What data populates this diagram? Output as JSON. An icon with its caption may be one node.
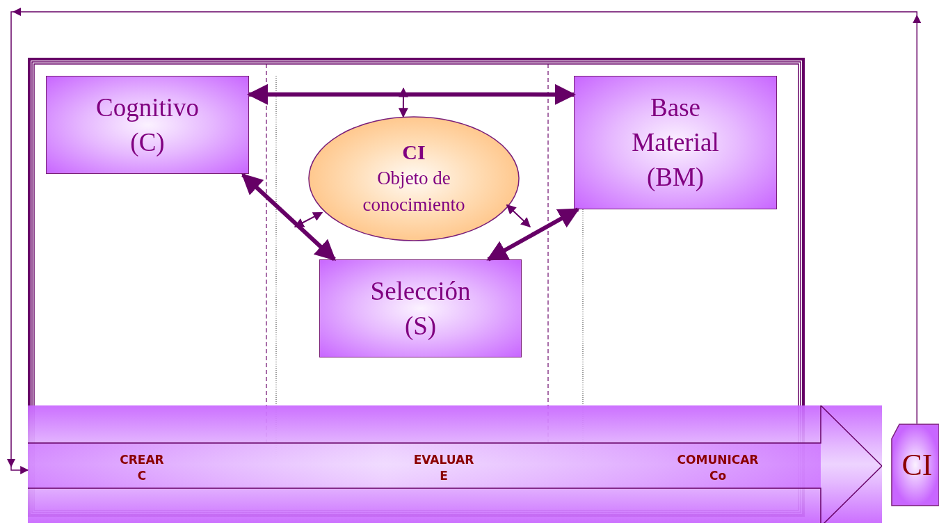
{
  "diagram": {
    "nodes": [
      {
        "text": [],
        "shape": "box"
      },
      {
        "text": [
          "Cognitivo (C)"
        ],
        "in": 0
      },
      {
        "text": [
          "Base Material (BM)"
        ],
        "in": 0
      },
      {
        "text": [
          "CI",
          "Objeto de conocimiento"
        ],
        "in": 0
      },
      {
        "text": [
          "Selección (S)"
        ],
        "in": 0
      },
      {
        "text": [
          "CREAR C",
          "EVALUAR E",
          "COMUNICAR Co"
        ]
      },
      {
        "text": [
          "CI"
        ]
      }
    ],
    "edges": [
      {
        "from": 1,
        "to": 2,
        "arrow": "both",
        "style": "thick"
      },
      {
        "from": 1,
        "to": 4,
        "arrow": "both",
        "style": "thick"
      },
      {
        "from": 2,
        "to": 4,
        "arrow": "both",
        "style": "thick"
      },
      {
        "from": null,
        "to": 3,
        "arrow": "both"
      },
      {
        "from": null,
        "to": 3,
        "arrow": "both"
      },
      {
        "from": 3,
        "to": null,
        "arrow": "both"
      },
      {
        "from": 6,
        "to": 5,
        "arrow": "to"
      }
    ]
  }
}
